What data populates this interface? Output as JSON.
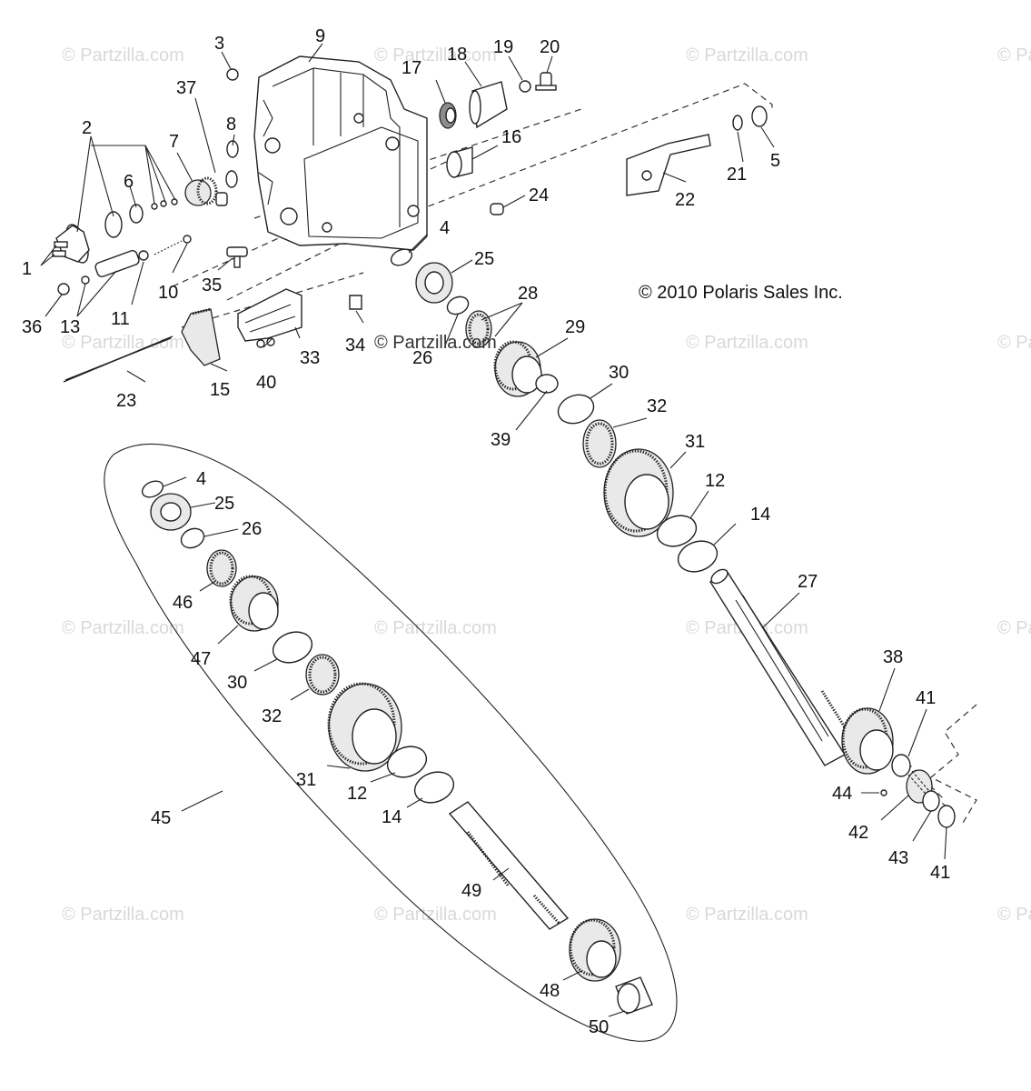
{
  "copyright": "© 2010 Polaris Sales Inc.",
  "watermark": "© Partzilla.com",
  "callouts": [
    {
      "id": "c1",
      "label": "1"
    },
    {
      "id": "c2",
      "label": "2"
    },
    {
      "id": "c3",
      "label": "3"
    },
    {
      "id": "c4a",
      "label": "4"
    },
    {
      "id": "c4b",
      "label": "4"
    },
    {
      "id": "c5",
      "label": "5"
    },
    {
      "id": "c6",
      "label": "6"
    },
    {
      "id": "c7",
      "label": "7"
    },
    {
      "id": "c8",
      "label": "8"
    },
    {
      "id": "c9",
      "label": "9"
    },
    {
      "id": "c10",
      "label": "10"
    },
    {
      "id": "c11",
      "label": "11"
    },
    {
      "id": "c12a",
      "label": "12"
    },
    {
      "id": "c12b",
      "label": "12"
    },
    {
      "id": "c13",
      "label": "13"
    },
    {
      "id": "c14a",
      "label": "14"
    },
    {
      "id": "c14b",
      "label": "14"
    },
    {
      "id": "c15",
      "label": "15"
    },
    {
      "id": "c16",
      "label": "16"
    },
    {
      "id": "c17",
      "label": "17"
    },
    {
      "id": "c18",
      "label": "18"
    },
    {
      "id": "c19",
      "label": "19"
    },
    {
      "id": "c20",
      "label": "20"
    },
    {
      "id": "c21",
      "label": "21"
    },
    {
      "id": "c22",
      "label": "22"
    },
    {
      "id": "c23",
      "label": "23"
    },
    {
      "id": "c24",
      "label": "24"
    },
    {
      "id": "c25a",
      "label": "25"
    },
    {
      "id": "c25b",
      "label": "25"
    },
    {
      "id": "c26a",
      "label": "26"
    },
    {
      "id": "c26b",
      "label": "26"
    },
    {
      "id": "c27",
      "label": "27"
    },
    {
      "id": "c28",
      "label": "28"
    },
    {
      "id": "c29",
      "label": "29"
    },
    {
      "id": "c30a",
      "label": "30"
    },
    {
      "id": "c30b",
      "label": "30"
    },
    {
      "id": "c31a",
      "label": "31"
    },
    {
      "id": "c31b",
      "label": "31"
    },
    {
      "id": "c32a",
      "label": "32"
    },
    {
      "id": "c32b",
      "label": "32"
    },
    {
      "id": "c33",
      "label": "33"
    },
    {
      "id": "c34",
      "label": "34"
    },
    {
      "id": "c35",
      "label": "35"
    },
    {
      "id": "c36",
      "label": "36"
    },
    {
      "id": "c37",
      "label": "37"
    },
    {
      "id": "c38",
      "label": "38"
    },
    {
      "id": "c39",
      "label": "39"
    },
    {
      "id": "c40",
      "label": "40"
    },
    {
      "id": "c41a",
      "label": "41"
    },
    {
      "id": "c41b",
      "label": "41"
    },
    {
      "id": "c42",
      "label": "42"
    },
    {
      "id": "c43",
      "label": "43"
    },
    {
      "id": "c44",
      "label": "44"
    },
    {
      "id": "c45",
      "label": "45"
    },
    {
      "id": "c46",
      "label": "46"
    },
    {
      "id": "c47",
      "label": "47"
    },
    {
      "id": "c48",
      "label": "48"
    },
    {
      "id": "c49",
      "label": "49"
    },
    {
      "id": "c50",
      "label": "50"
    }
  ]
}
